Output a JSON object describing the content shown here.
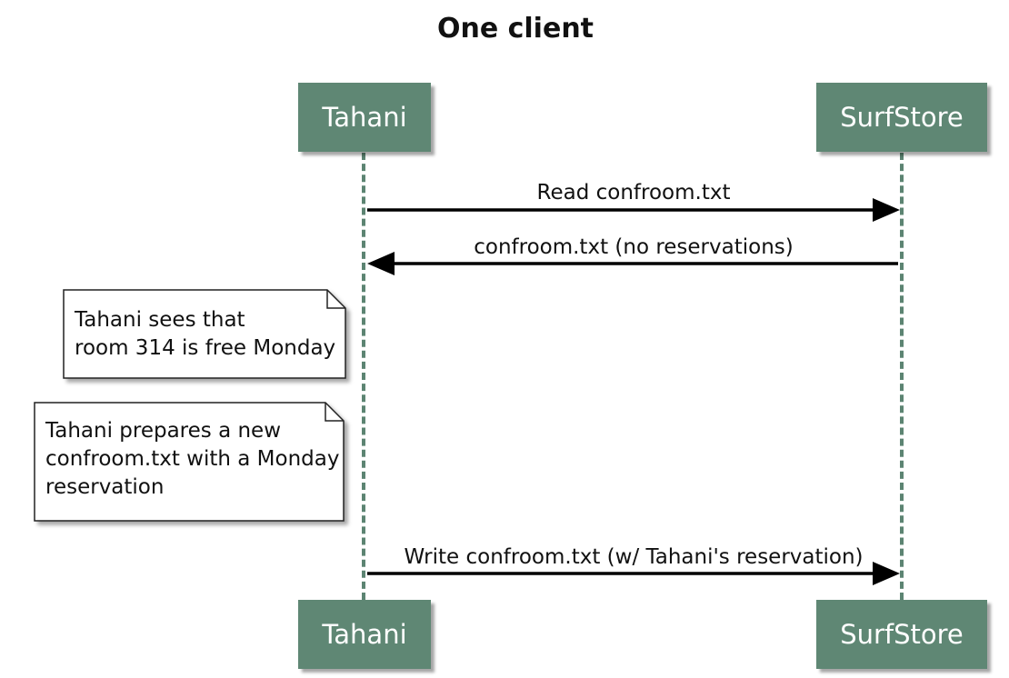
{
  "diagram": {
    "title": "One client",
    "participants": [
      {
        "id": "client",
        "label": "Tahani"
      },
      {
        "id": "server",
        "label": "SurfStore"
      }
    ],
    "messages": [
      {
        "from": "Tahani",
        "to": "SurfStore",
        "label": "Read confroom.txt"
      },
      {
        "from": "SurfStore",
        "to": "Tahani",
        "label": "confroom.txt (no reservations)"
      },
      {
        "from": "Tahani",
        "to": "SurfStore",
        "label": "Write confroom.txt (w/ Tahani's reservation)"
      }
    ],
    "notes": [
      {
        "text": "Tahani sees that\nroom 314 is free Monday"
      },
      {
        "text": "Tahani prepares a new\nconfroom.txt with a Monday\nreservation"
      }
    ],
    "colors": {
      "participant_fill": "#5f8774",
      "lifeline": "#5c8472",
      "arrow": "#000000",
      "note_fill": "#ffffff"
    }
  }
}
